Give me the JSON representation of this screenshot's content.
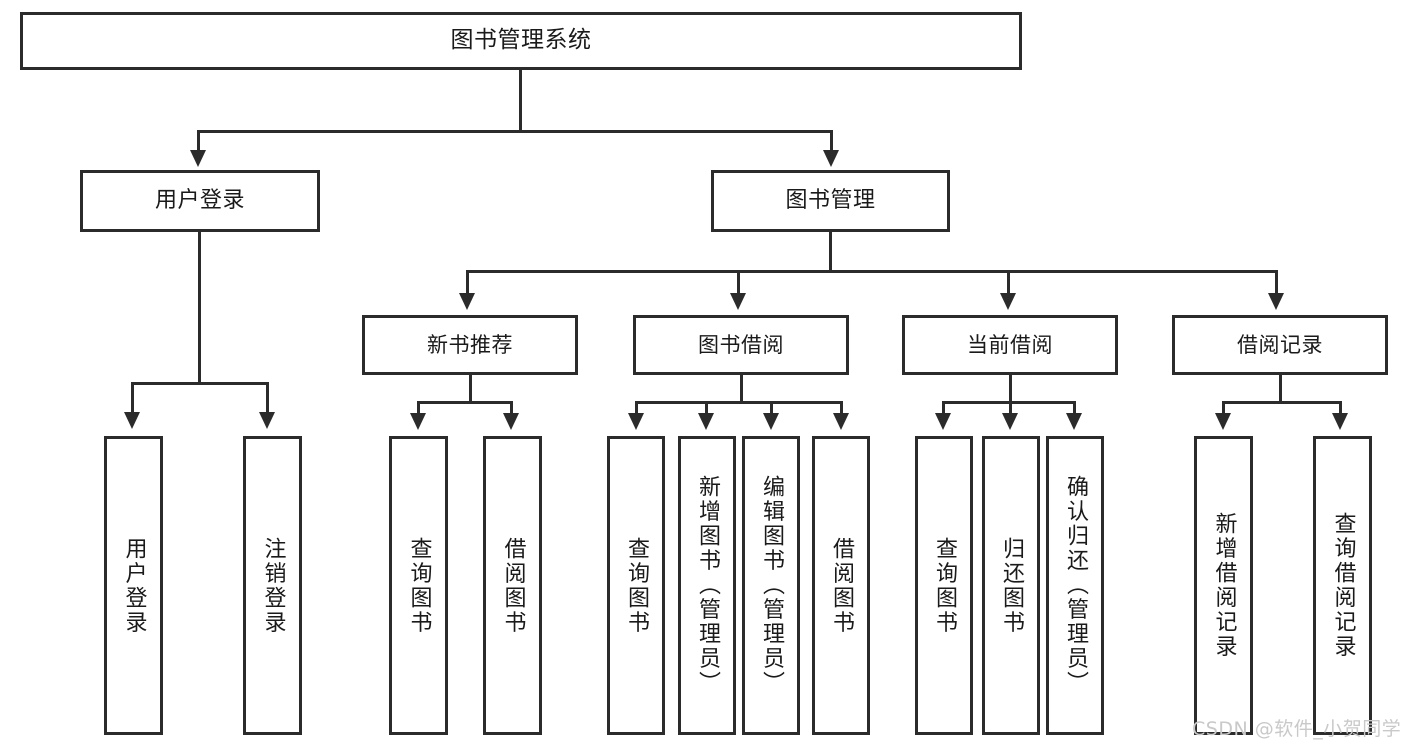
{
  "diagram": {
    "type": "tree-hierarchy",
    "title": "图书管理系统",
    "root": {
      "id": "root",
      "label": "图书管理系统"
    },
    "level2": [
      {
        "id": "user-login",
        "label": "用户登录"
      },
      {
        "id": "book-manage",
        "label": "图书管理"
      }
    ],
    "level3": [
      {
        "id": "new-book-rec",
        "label": "新书推荐",
        "parent": "book-manage"
      },
      {
        "id": "book-borrow",
        "label": "图书借阅",
        "parent": "book-manage"
      },
      {
        "id": "current-borrow",
        "label": "当前借阅",
        "parent": "book-manage"
      },
      {
        "id": "borrow-record",
        "label": "借阅记录",
        "parent": "book-manage"
      }
    ],
    "leaves": {
      "user-login": [
        {
          "id": "leaf-user-login",
          "label": "用户登录"
        },
        {
          "id": "leaf-user-logout",
          "label": "注销登录"
        }
      ],
      "new-book-rec": [
        {
          "id": "leaf-query-book-1",
          "label": "查询图书"
        },
        {
          "id": "leaf-borrow-book-1",
          "label": "借阅图书"
        }
      ],
      "book-borrow": [
        {
          "id": "leaf-query-book-2",
          "label": "查询图书"
        },
        {
          "id": "leaf-add-book",
          "label": "新增图书（管理员）"
        },
        {
          "id": "leaf-edit-book",
          "label": "编辑图书（管理员）"
        },
        {
          "id": "leaf-borrow-book-2",
          "label": "借阅图书"
        }
      ],
      "current-borrow": [
        {
          "id": "leaf-query-book-3",
          "label": "查询图书"
        },
        {
          "id": "leaf-return-book",
          "label": "归还图书"
        },
        {
          "id": "leaf-confirm-return",
          "label": "确认归还（管理员）"
        }
      ],
      "borrow-record": [
        {
          "id": "leaf-add-record",
          "label": "新增借阅记录"
        },
        {
          "id": "leaf-query-record",
          "label": "查询借阅记录"
        }
      ]
    }
  },
  "watermark": {
    "text": "CSDN @软件_小贺同学"
  },
  "colors": {
    "stroke": "#2b2b2b",
    "text": "#1a1a1a",
    "background": "#ffffff",
    "watermark": "#c9c9c9"
  }
}
